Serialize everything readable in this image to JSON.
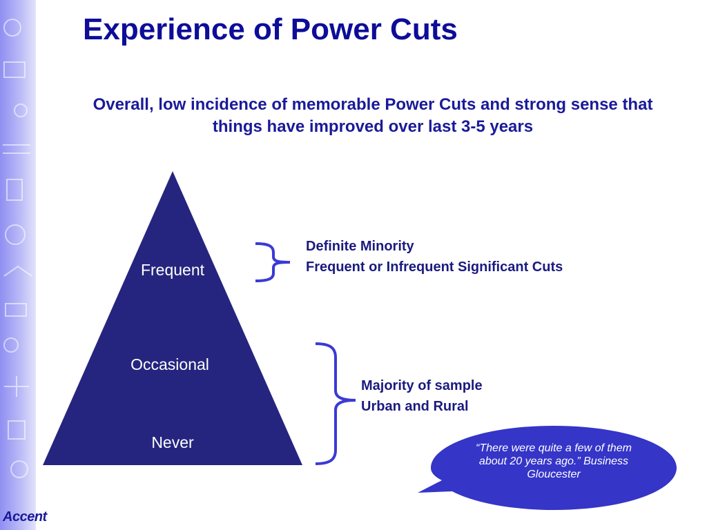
{
  "slide": {
    "title": "Experience of Power Cuts",
    "subtitle": "Overall, low incidence of memorable Power Cuts and strong sense that things have improved over last 3-5 years"
  },
  "pyramid": {
    "tiers": [
      "Frequent",
      "Occasional",
      "Never"
    ],
    "fill_color": "#25257f"
  },
  "groups": [
    {
      "line1": "Definite Minority",
      "line2": "Frequent or Infrequent Significant Cuts"
    },
    {
      "line1": "Majority of sample",
      "line2": "Urban and Rural"
    }
  ],
  "quote": {
    "text": "“There were quite a few of them about 20 years ago.” Business Gloucester",
    "fill_color": "#3535c8"
  },
  "logo": {
    "text": "Accent"
  },
  "colors": {
    "title": "#0d0d99",
    "bracket": "#3a3ad6",
    "side_strip": "#a8a8f5"
  }
}
